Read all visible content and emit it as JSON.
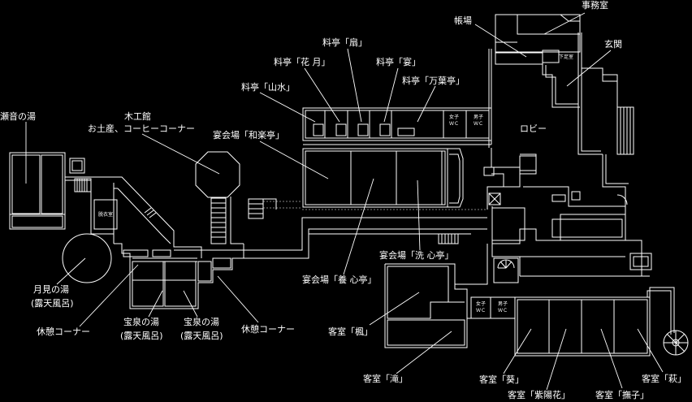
{
  "labels": {
    "jimushitsu": "事務室",
    "chouba": "帳場",
    "genkan": "玄関",
    "ryotei_ougi": "料亭「扇」",
    "ryotei_kagetsu": "料亭「花 月」",
    "ryotei_utage": "料亭「宴」",
    "ryotei_manyotei": "料亭「万葉亭」",
    "ryotei_sansui": "料亭「山水」",
    "lobby": "ロビー",
    "yuusen_no_yu": "瀬音の湯",
    "mokkoukan": "木工館",
    "omiyage": "お土産、コーヒーコーナー",
    "enkaijo_warakutei": "宴会場「和楽亭」",
    "enkaijo_senshintei": "宴会場「洗 心亭」",
    "enkaijo_youshintei": "宴会場「養 心亭」",
    "tsukimi_no_yu": "月見の湯",
    "tsukimi_sub": "(露天風呂)",
    "kyuukei_left": "休憩コーナー",
    "housen_a": "宝泉の湯",
    "housen_a_sub": "(露天風呂)",
    "housen_b": "宝泉の湯",
    "housen_b_sub": "(露天風呂)",
    "kyuukei_right": "休憩コーナー",
    "kyakushitsu_kaede": "客室「楓」",
    "kyakushitsu_taki": "客室「滝」",
    "kyakushitsu_aoi": "客室「葵」",
    "kyakushitsu_ajisai": "客室「紫陽花」",
    "kyakushitsu_nadeshiko": "客室「撫子」",
    "kyakushitsu_hagi": "客室「萩」"
  },
  "small_marks": {
    "wc_women_top": "女子",
    "wc_women_top_sub": "ＷＣ",
    "wc_men_top": "男子",
    "wc_men_top_sub": "ＷＣ",
    "wc_women_bottom": "女子",
    "wc_women_bottom_sub": "ＷＣ",
    "wc_men_bottom": "男子",
    "wc_men_bottom_sub": "ＷＣ",
    "datsui": "脱衣室",
    "shimo": "下足室"
  }
}
